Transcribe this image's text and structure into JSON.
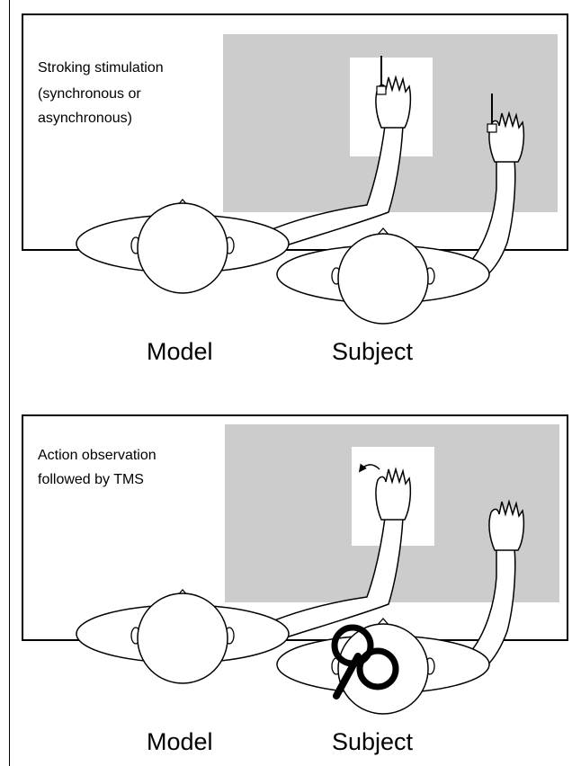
{
  "panels": [
    {
      "caption_lines": [
        "Stroking stimulation",
        "(synchronous or",
        "asynchronous)"
      ],
      "model_label": "Model",
      "subject_label": "Subject"
    },
    {
      "caption_lines": [
        "Action observation",
        "followed by TMS"
      ],
      "model_label": "Model",
      "subject_label": "Subject"
    }
  ],
  "colors": {
    "table_background": "#cccccc",
    "outline": "#000000",
    "fill": "#ffffff"
  },
  "icons": {
    "stimulation": "brush-icon",
    "tms": "figure-eight-coil-icon",
    "movement": "curved-arrow-icon"
  }
}
